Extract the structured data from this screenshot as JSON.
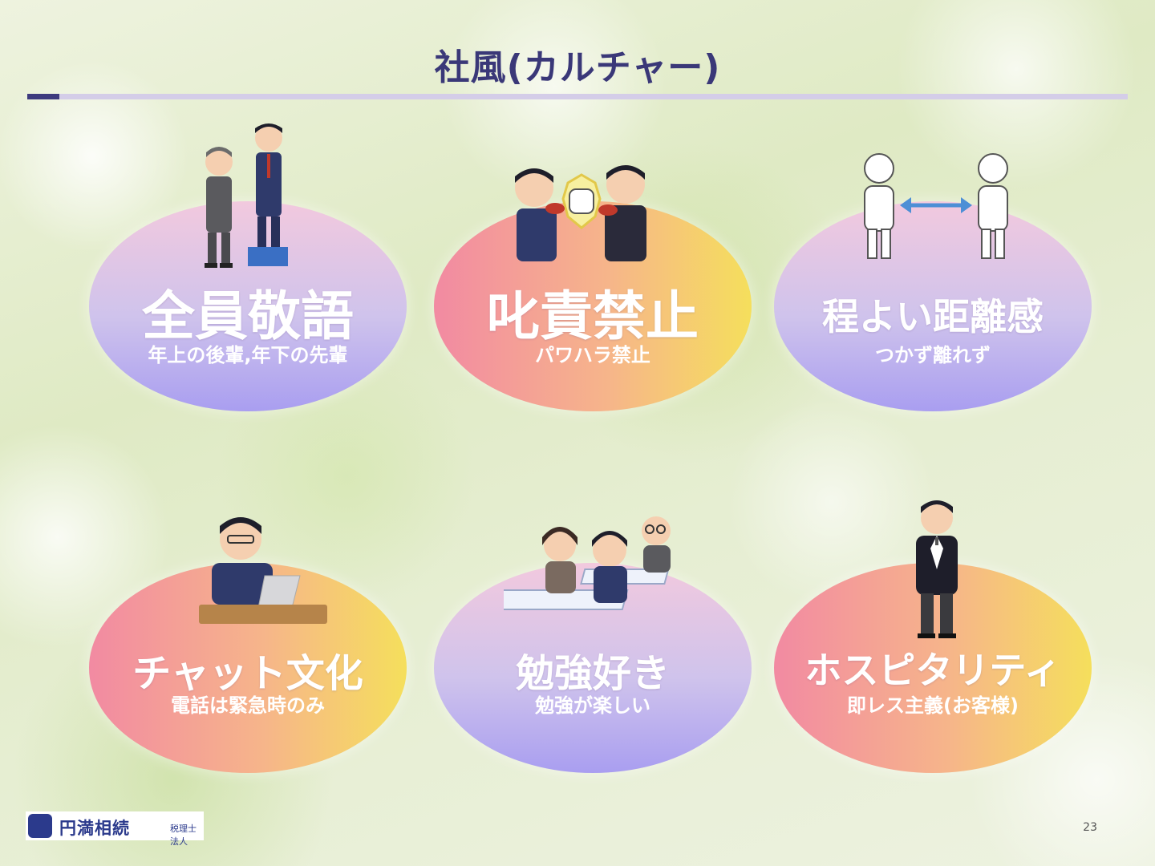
{
  "title": "社風(カルチャー)",
  "items": [
    {
      "main": "全員敬語",
      "sub": "年上の後輩,年下の先輩",
      "icon": "bowing-businessmen-icon"
    },
    {
      "main": "叱責禁止",
      "sub": "パワハラ禁止",
      "icon": "arguing-businessmen-icon"
    },
    {
      "main": "程よい距離感",
      "sub": "つかず離れず",
      "icon": "distance-figures-icon"
    },
    {
      "main": "チャット文化",
      "sub": "電話は緊急時のみ",
      "icon": "laptop-worker-icon"
    },
    {
      "main": "勉強好き",
      "sub": "勉強が楽しい",
      "icon": "seminar-students-icon"
    },
    {
      "main": "ホスピタリティ",
      "sub": "即レス主義(お客様)",
      "icon": "butler-icon"
    }
  ],
  "footer": {
    "logo_name": "円満相続",
    "logo_suffix": "税理士法人",
    "page_number": "23"
  },
  "colors": {
    "title": "#3a3878",
    "accent": "#3d3b7e",
    "rule": "#d4cde8",
    "oval_purple": [
      "#f2c9de",
      "#cfc3ec",
      "#a99ef0"
    ],
    "oval_warm": [
      "#f28aa2",
      "#f6b58a",
      "#f5df5c"
    ]
  }
}
